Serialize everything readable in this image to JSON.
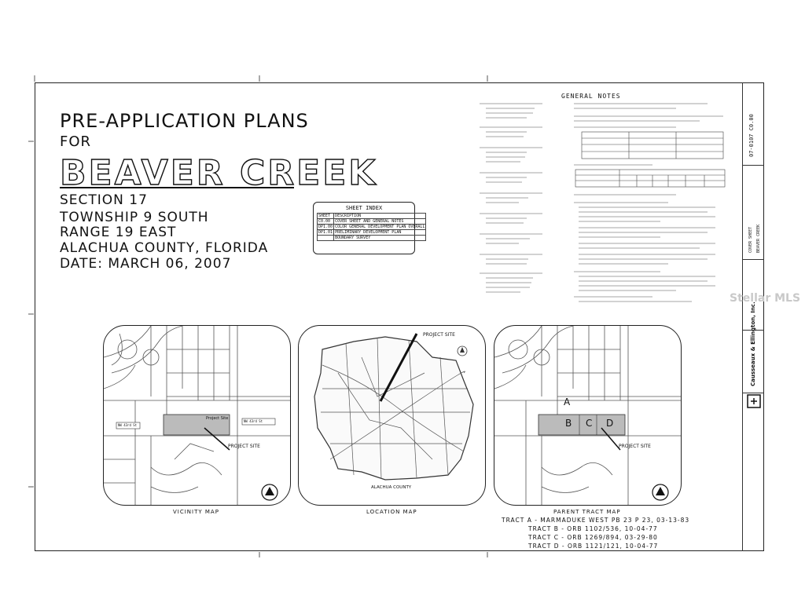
{
  "title": {
    "line1": "PRE-APPLICATION PLANS",
    "line2": "FOR",
    "line3": "BEAVER CREEK"
  },
  "location": {
    "section": "SECTION 17",
    "township": "TOWNSHIP 9 SOUTH",
    "range": "RANGE 19 EAST",
    "county": "ALACHUA COUNTY, FLORIDA",
    "date": "DATE: MARCH 06, 2007"
  },
  "sheet_index": {
    "title": "SHEET INDEX",
    "headers": [
      "SHEET",
      "DESCRIPTION"
    ],
    "rows": [
      [
        "C0.00",
        "COVER SHEET AND GENERAL NOTES"
      ],
      [
        "DP1.00",
        "COLOR GENERAL DEVELOPMENT PLAN OVERALL"
      ],
      [
        "DP1.01",
        "PRELIMINARY DEVELOPMENT PLAN"
      ],
      [
        "",
        "BOUNDARY SURVEY"
      ]
    ]
  },
  "general_notes": {
    "title": "GENERAL NOTES"
  },
  "maps": {
    "vicinity": {
      "caption": "VICINITY MAP",
      "project_site": "PROJECT SITE",
      "road1": "NW 43rd St",
      "road2": "NW 43rd St",
      "parcel": "Project Site"
    },
    "location": {
      "caption": "LOCATION MAP",
      "project_site": "PROJECT SITE",
      "county_label": "ALACHUA COUNTY"
    },
    "parent": {
      "caption": "PARENT TRACT MAP",
      "project_site": "PROJECT SITE",
      "tract_letters": [
        "A",
        "B",
        "C",
        "D"
      ]
    }
  },
  "tracts": [
    "TRACT A - MARMADUKE WEST PB 23 P 23, 03-13-83",
    "TRACT B - ORB 1102/536, 10-04-77",
    "TRACT C - ORB 1269/894, 03-29-80",
    "TRACT D - ORB 1121/121, 10-04-77"
  ],
  "title_block": {
    "sheet_no": "07-0107 C0.00",
    "project": "BEAVER CREEK",
    "sheet_title": "COVER SHEET",
    "firm": "Causseaux & Ellington, Inc.",
    "watermark": "Stellar MLS"
  },
  "colors": {
    "ink": "#111111",
    "paper": "#ffffff",
    "map_line": "#555555"
  }
}
